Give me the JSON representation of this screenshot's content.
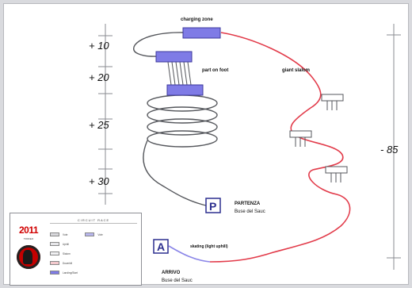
{
  "labels": {
    "charging_zone": "charging zone",
    "part_on_foot": "part on foot",
    "giant_slalom": "giant slalom",
    "partenza_title": "PARTENZA",
    "partenza_sub": "Buse del Sauc",
    "arrivo_title": "ARRIVO",
    "arrivo_sub": "Buse del Sauc",
    "skating": "skating (light uphill)",
    "badge_p": "P",
    "badge_a": "A",
    "right_scale": "- 85"
  },
  "scale_marks": [
    "+ 10",
    "+ 20",
    "+ 25",
    "+ 30"
  ],
  "legend": {
    "title": "CIRCUIT RACE",
    "year": "2011",
    "logo_text": "TROFEO",
    "rows": [
      "Vote",
      "Vote",
      "Uphill",
      "Slalom",
      "Downhill",
      "Landing/Start"
    ]
  },
  "colors": {
    "track_gray": "#55575c",
    "track_red": "#e23b4a",
    "track_blue": "#8b86e8",
    "zone_fill": "#7f7be6",
    "badge_blue": "#2c2f8f"
  }
}
